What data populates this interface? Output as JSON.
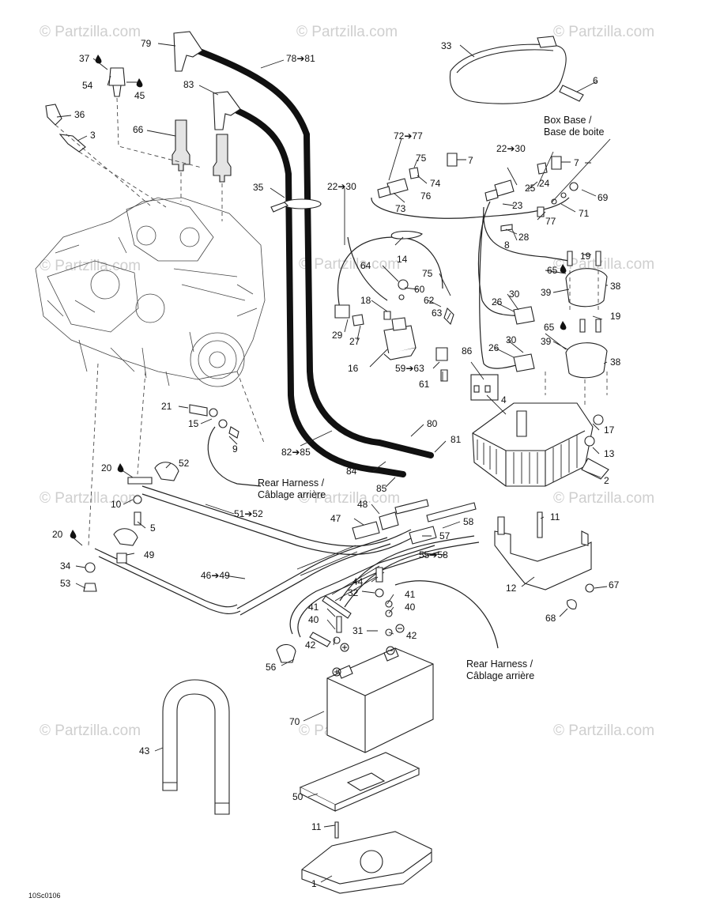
{
  "diagram": {
    "watermark": "© Partzilla.com",
    "figure_code": "10Sc0106",
    "notes": {
      "box_base": [
        "Box Base /",
        "Base de boite"
      ],
      "rear_harness_upper": [
        "Rear Harness /",
        "Câblage arrière"
      ],
      "rear_harness_lower": [
        "Rear Harness /",
        "Câblage arrière"
      ]
    },
    "callouts": {
      "c79": "79",
      "c78_81": "78➔81",
      "c83": "83",
      "c37": "37",
      "c54": "54",
      "c45": "45",
      "c36": "36",
      "c3": "3",
      "c66": "66",
      "c35": "35",
      "c22_30a": "22➔30",
      "c33": "33",
      "c6": "6",
      "c72_77": "72➔77",
      "c7a": "7",
      "c75a": "75",
      "c74": "74",
      "c76": "76",
      "c73": "73",
      "c22_30b": "22➔30",
      "c7b": "7",
      "c25": "25",
      "c24": "24",
      "c23": "23",
      "c69": "69",
      "c71": "71",
      "c77": "77",
      "c28": "28",
      "c8": "8",
      "c14": "14",
      "c64": "64",
      "c75b": "75",
      "c60": "60",
      "c62": "62",
      "c63": "63",
      "c18": "18",
      "c29": "29",
      "c27": "27",
      "c16": "16",
      "c59_63": "59➔63",
      "c61": "61",
      "c86": "86",
      "c4": "4",
      "c65a": "65",
      "c19a": "19",
      "c38a": "38",
      "c30a": "30",
      "c26a": "26",
      "c39a": "39",
      "c65b": "65",
      "c19b": "19",
      "c30b": "30",
      "c26b": "26",
      "c39b": "39",
      "c38b": "38",
      "c21": "21",
      "c15": "15",
      "c9": "9",
      "c82_85": "82➔85",
      "c80": "80",
      "c81": "81",
      "c84": "84",
      "c85": "85",
      "c17": "17",
      "c13": "13",
      "c2": "2",
      "c20a": "20",
      "c52": "52",
      "c10": "10",
      "c5": "5",
      "c51_52": "51➔52",
      "c48": "48",
      "c47": "47",
      "c58": "58",
      "c57": "57",
      "c11a": "11",
      "c20b": "20",
      "c49": "49",
      "c34": "34",
      "c53": "53",
      "c46_49": "46➔49",
      "c55_58": "55➔58",
      "c44": "44",
      "c32": "32",
      "c41a": "41",
      "c40a": "40",
      "c41b": "41",
      "c40b": "40",
      "c31": "31",
      "c42a": "42",
      "c42b": "42",
      "c12": "12",
      "c67": "67",
      "c68": "68",
      "c56": "56",
      "c70": "70",
      "c43": "43",
      "c50": "50",
      "c11b": "11",
      "c1": "1"
    },
    "icons": [
      "drop-icon",
      "plus-terminal-icon",
      "minus-terminal-icon"
    ]
  }
}
